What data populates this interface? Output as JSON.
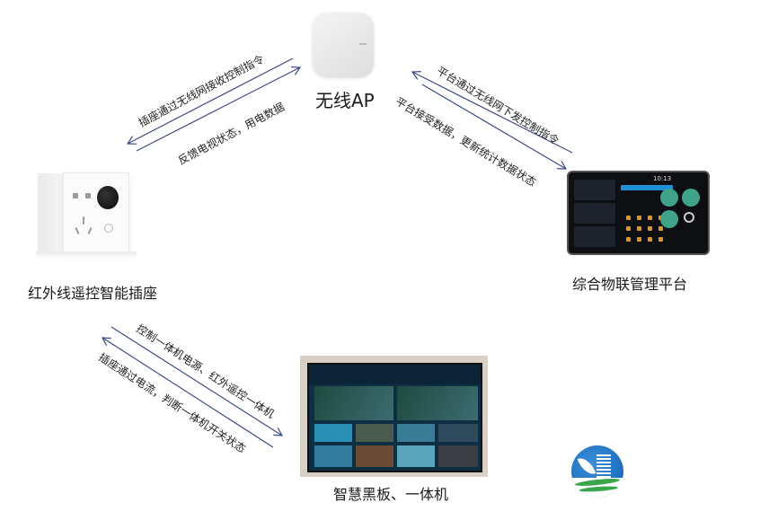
{
  "nodes": {
    "ap": {
      "label": "无线AP",
      "icon": "wireless-ap-device"
    },
    "socket": {
      "label": "红外线遥控智能插座",
      "icon": "smart-socket-device"
    },
    "platform": {
      "label": "综合物联管理平台",
      "icon": "tablet-dashboard",
      "screen_time": "10:13"
    },
    "tv": {
      "label": "智慧黑板、一体机",
      "icon": "smart-tv-display"
    }
  },
  "edges": {
    "socket_ap_top": "插座通过无线网接收控制指令",
    "socket_ap_bottom": "反馈电视状态，用电数据",
    "ap_platform_top": "平台通过无线网下发控制指令",
    "ap_platform_bottom": "平台接受数据，更新统计数据状态",
    "socket_tv_top": "控制一体机电源、红外遥控一体机",
    "socket_tv_bottom": "插座通过电流，判断一体机开关状态"
  },
  "colors": {
    "arrow": "#3b4a86",
    "text": "#1a1a1a",
    "logo_blue": "#1a6fc0",
    "logo_green": "#3aa64a"
  },
  "logo": {
    "icon": "company-logo"
  }
}
